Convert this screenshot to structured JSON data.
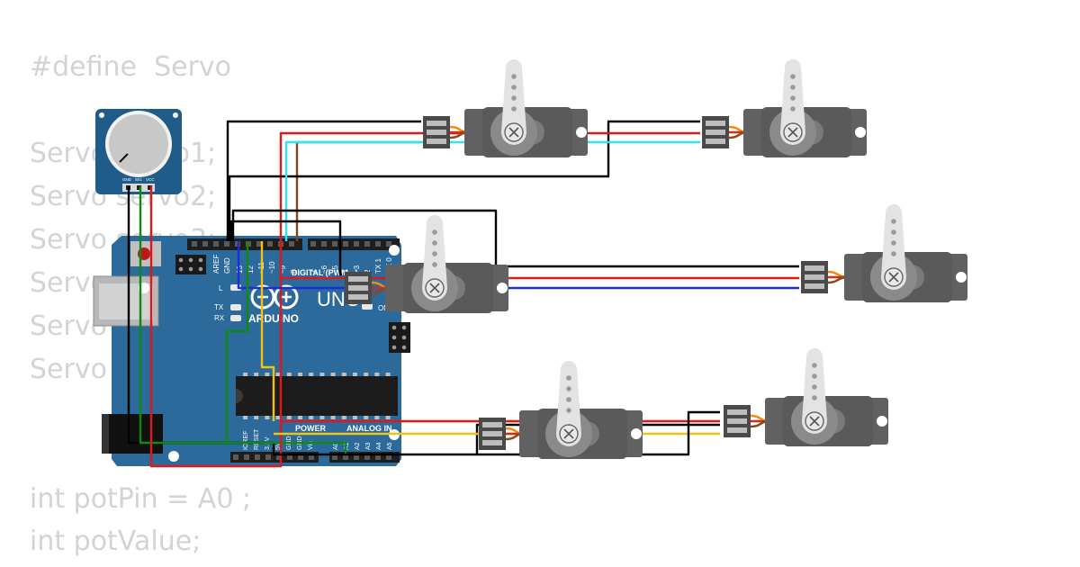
{
  "code_lines": [
    "#define  Servo",
    "Servo servo1;",
    "Servo servo2;",
    "Servo servo3;",
    "Servo servo4;",
    "Servo servo5;",
    "Servo servo6;",
    "int potPin = A0 ;",
    "int potValue;"
  ],
  "arduino": {
    "logo": "ARDUINO",
    "model": "UNO",
    "header_labels": [
      "AREF",
      "GND",
      "13",
      "12",
      "~11",
      "~10",
      "~9",
      "8",
      "7",
      "~6",
      "~5",
      "4",
      "~3",
      "2",
      "TX 1",
      "RX 0"
    ],
    "digital_label": "DIGITAL (PWM ~)",
    "power_label": "POWER",
    "analog_label": "ANALOG IN",
    "power_pins": [
      "IOREF",
      "RESET",
      "3.3V",
      "5V",
      "GND",
      "GND",
      "Vin"
    ],
    "analog_pins": [
      "A0",
      "A1",
      "A2",
      "A3",
      "A4",
      "A5"
    ],
    "led_labels": [
      "L",
      "TX",
      "RX"
    ],
    "on_label": "ON"
  },
  "potentiometer": {
    "pin_labels": [
      "GND",
      "SIG",
      "VCC"
    ]
  },
  "colors": {
    "board": "#2b6a9a",
    "board_dark": "#1f5680",
    "servo_body": "#616161",
    "servo_horn": "#e3e3e3",
    "wire_black": "#000000",
    "wire_red": "#e0181a",
    "wire_brown": "#7b4a1f",
    "wire_cyan": "#2ee6f0",
    "wire_blue": "#1a2fd6",
    "wire_green": "#0e8a12",
    "wire_yellow": "#f2c40f",
    "servo_lead_orange": "#f28c10",
    "servo_lead_red": "#d82b17",
    "servo_lead_brown": "#8a4b1a"
  }
}
